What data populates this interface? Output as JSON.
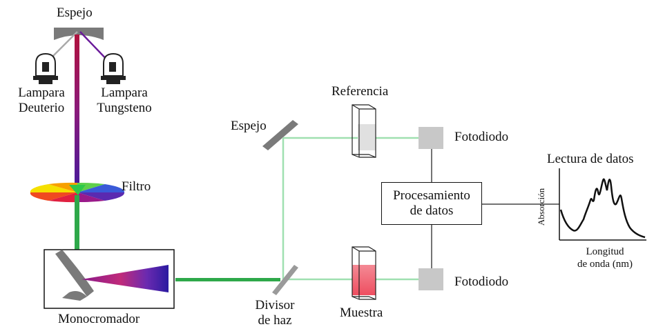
{
  "labels": {
    "mirror_top": "Espejo",
    "lamp_deuterium": [
      "Lampara",
      "Deuterio"
    ],
    "lamp_tungsten": [
      "Lampara",
      "Tungsteno"
    ],
    "filter": "Filtro",
    "monochromator": "Monocromador",
    "mirror_mid": "Espejo",
    "beam_splitter": [
      "Divisor",
      "de haz"
    ],
    "reference": "Referencia",
    "sample": "Muestra",
    "photodiode_top": "Fotodiodo",
    "photodiode_bottom": "Fotodiodo",
    "processing": [
      "Procesamiento",
      "de datos"
    ],
    "readout_title": "Lectura de datos",
    "readout_ylabel": "Absorción",
    "readout_xlabel": [
      "Longitud",
      "de onda (nm)"
    ]
  },
  "colors": {
    "beam_green": "#2ea84a",
    "beam_light_green": "#9fe0b0",
    "lamp_beam_magenta": "#9a1070",
    "detector_gray": "#c8c8c8",
    "mirror_gray": "#7a7a7a",
    "sample_red": "#f26c7a"
  }
}
